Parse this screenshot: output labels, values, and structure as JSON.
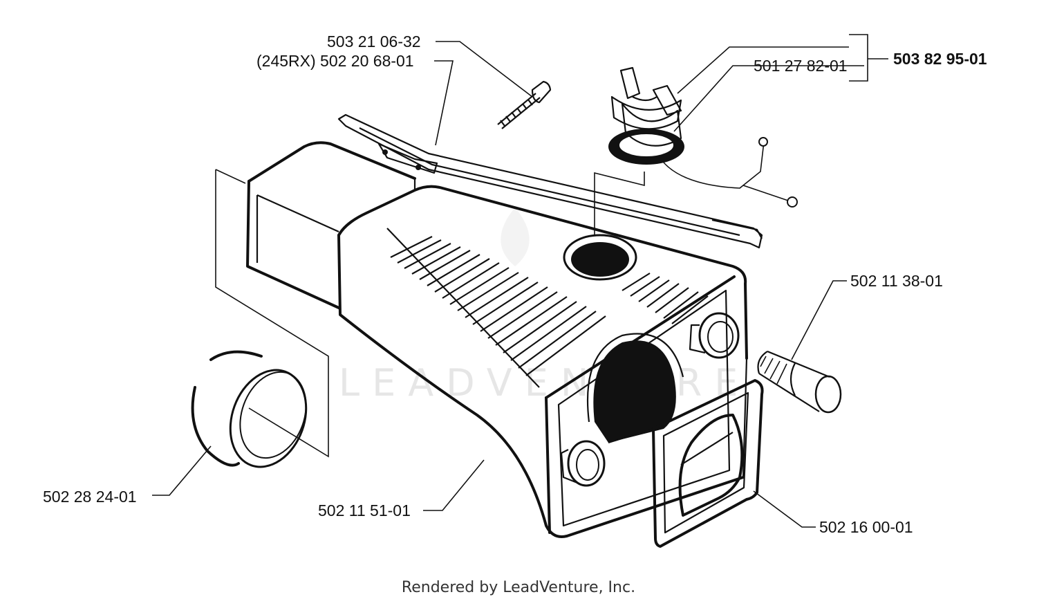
{
  "labels": {
    "screw": "503 21 06-32",
    "bar_rx": "(245RX) 502 20 68-01",
    "cap_gasket": "501 27 82-01",
    "cap_assembly": "503 82 95-01",
    "filter": "502 11 38-01",
    "sleeve": "502 28 24-01",
    "tank": "502 11 51-01",
    "gasket": "502 16 00-01"
  },
  "watermark": "LEADVENTURE",
  "footer": "Rendered by LeadVenture, Inc."
}
